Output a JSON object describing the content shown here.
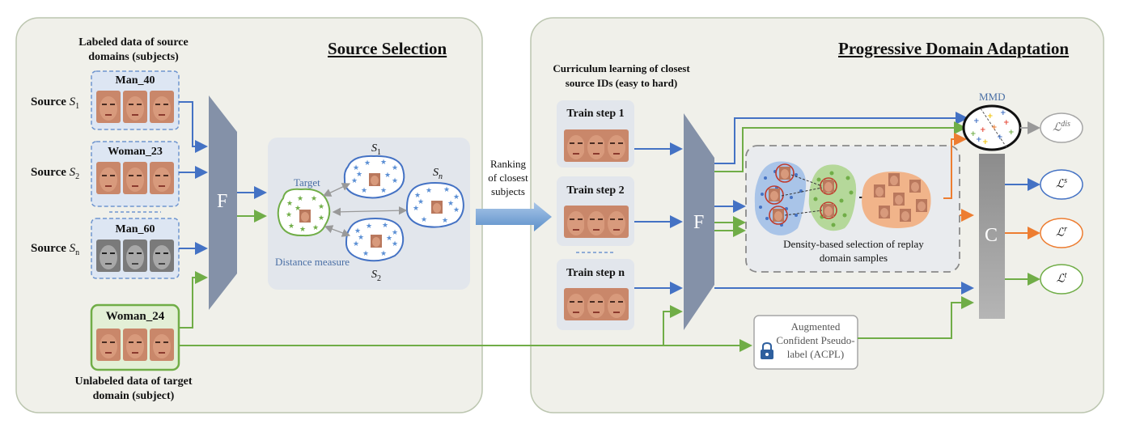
{
  "panels": {
    "left_title": "Source Selection",
    "right_title": "Progressive Domain Adaptation"
  },
  "left": {
    "labeled_caption_1": "Labeled data of source",
    "labeled_caption_2": "domains (subjects)",
    "sources": [
      {
        "label": "Source",
        "sym": "S",
        "sub": "1",
        "name": "Man_40"
      },
      {
        "label": "Source",
        "sym": "S",
        "sub": "2",
        "name": "Woman_23"
      },
      {
        "label": "Source",
        "sym": "S",
        "sub": "n",
        "name": "Man_60"
      }
    ],
    "target_name": "Woman_24",
    "unlabeled_caption_1": "Unlabeled data of target",
    "unlabeled_caption_2": "domain (subject)",
    "feature_extractor": "F",
    "target_label": "Target",
    "distance_label": "Distance measure",
    "cluster_s1": "S",
    "cluster_s1_sub": "1",
    "cluster_s2": "S",
    "cluster_s2_sub": "2",
    "cluster_sn": "S",
    "cluster_sn_sub": "n"
  },
  "middle": {
    "ranking_1": "Ranking",
    "ranking_2": "of closest",
    "ranking_3": "subjects"
  },
  "right": {
    "curriculum_1": "Curriculum learning of closest",
    "curriculum_2": "source IDs (easy to hard)",
    "steps": [
      "Train step 1",
      "Train step 2",
      "Train step n"
    ],
    "feature_extractor": "F",
    "classifier": "C",
    "mmd": "MMD",
    "replay_1": "Density-based selection of replay",
    "replay_2": "domain samples",
    "acpl_1": "Augmented",
    "acpl_2": "Confident Pseudo-",
    "acpl_3": "label (ACPL)",
    "losses": [
      {
        "base": "ℒ",
        "sup": "dis"
      },
      {
        "base": "ℒ",
        "sup": "s"
      },
      {
        "base": "ℒ",
        "sup": "r"
      },
      {
        "base": "ℒ",
        "sup": "t"
      }
    ]
  },
  "colors": {
    "blue": "#4472c4",
    "green": "#70ad47",
    "orange": "#ed7d31",
    "gray": "#a6a6a6",
    "panel_bg": "#f0f0ea",
    "slate": "#8491a8"
  }
}
